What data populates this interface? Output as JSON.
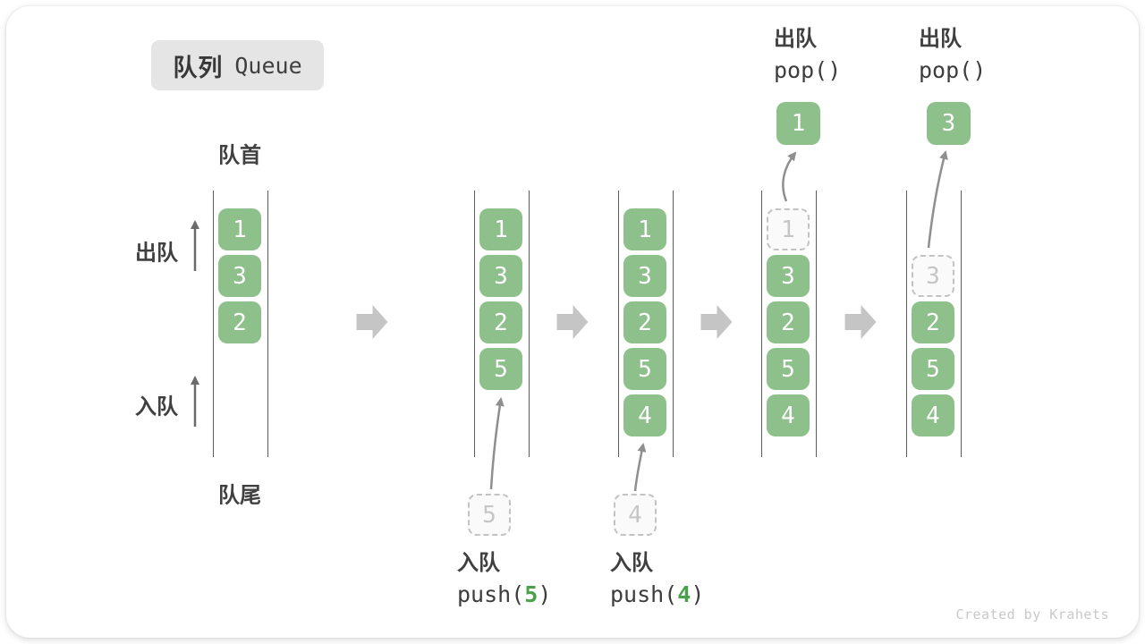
{
  "title": {
    "zh": "队列",
    "en": "Queue"
  },
  "labels": {
    "front": "队首",
    "rear": "队尾",
    "dequeue": "出队",
    "enqueue": "入队"
  },
  "watermark": "Created by Krahets",
  "colors": {
    "green_box": "#8dc08a",
    "green_accent": "#4aa14a",
    "block_arrow_gray": "#c5c5c5",
    "thin_arrow_gray": "#8f8f8f",
    "side_arrow_gray": "#6b6b6b",
    "dashed_gray": "#c3c3c3",
    "dark_text": "#3f3f3f"
  },
  "columns": [
    {
      "id": "state-1-initial",
      "slots": [
        {
          "row": 0,
          "value": "1",
          "state": "filled"
        },
        {
          "row": 1,
          "value": "3",
          "state": "filled"
        },
        {
          "row": 2,
          "value": "2",
          "state": "filled"
        }
      ]
    },
    {
      "id": "state-2-after-push-5",
      "slots": [
        {
          "row": 0,
          "value": "1",
          "state": "filled"
        },
        {
          "row": 1,
          "value": "3",
          "state": "filled"
        },
        {
          "row": 2,
          "value": "2",
          "state": "filled"
        },
        {
          "row": 3,
          "value": "5",
          "state": "filled"
        }
      ],
      "incoming": {
        "value": "5",
        "label_zh": "入队",
        "code_prefix": "push(",
        "code_arg": "5",
        "code_suffix": ")"
      }
    },
    {
      "id": "state-3-after-push-4",
      "slots": [
        {
          "row": 0,
          "value": "1",
          "state": "filled"
        },
        {
          "row": 1,
          "value": "3",
          "state": "filled"
        },
        {
          "row": 2,
          "value": "2",
          "state": "filled"
        },
        {
          "row": 3,
          "value": "5",
          "state": "filled"
        },
        {
          "row": 4,
          "value": "4",
          "state": "filled"
        }
      ],
      "incoming": {
        "value": "4",
        "label_zh": "入队",
        "code_prefix": "push(",
        "code_arg": "4",
        "code_suffix": ")"
      }
    },
    {
      "id": "state-4-pop-1",
      "slots": [
        {
          "row": 0,
          "value": "1",
          "state": "dashed"
        },
        {
          "row": 1,
          "value": "3",
          "state": "filled"
        },
        {
          "row": 2,
          "value": "2",
          "state": "filled"
        },
        {
          "row": 3,
          "value": "5",
          "state": "filled"
        },
        {
          "row": 4,
          "value": "4",
          "state": "filled"
        }
      ],
      "popped": {
        "value": "1",
        "label_zh": "出队",
        "code": "pop()"
      }
    },
    {
      "id": "state-5-pop-3",
      "slots": [
        {
          "row": 1,
          "value": "3",
          "state": "dashed"
        },
        {
          "row": 2,
          "value": "2",
          "state": "filled"
        },
        {
          "row": 3,
          "value": "5",
          "state": "filled"
        },
        {
          "row": 4,
          "value": "4",
          "state": "filled"
        }
      ],
      "popped": {
        "value": "3",
        "label_zh": "出队",
        "code": "pop()"
      }
    }
  ]
}
